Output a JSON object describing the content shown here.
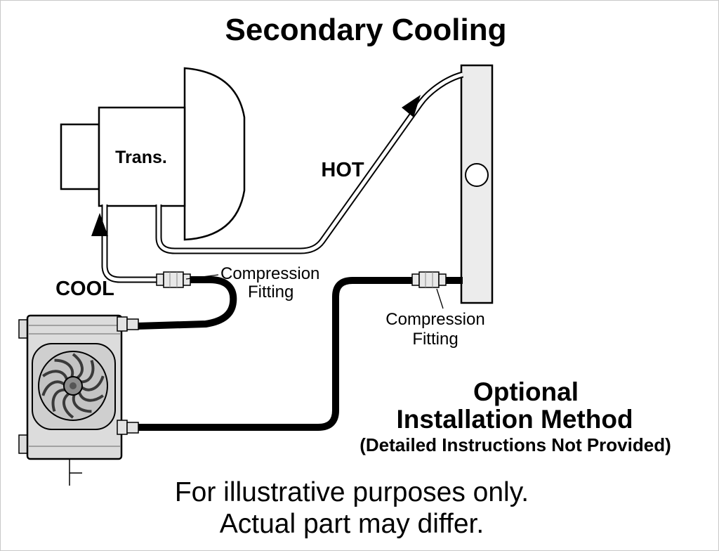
{
  "title": "Secondary Cooling",
  "diagram": {
    "trans_label": "Trans.",
    "hot_label": "HOT",
    "cool_label": "COOL",
    "fitting_label_1": {
      "line1": "Compression",
      "line2": "Fitting"
    },
    "fitting_label_2": {
      "line1": "Compression",
      "line2": "Fitting"
    },
    "optional_method": {
      "line1": "Optional",
      "line2": "Installation Method",
      "line3": "(Detailed Instructions Not Provided)"
    },
    "footer": {
      "line1": "For illustrative purposes only.",
      "line2": "Actual part may differ."
    },
    "colors": {
      "ink": "#000000",
      "background": "#ffffff",
      "cooler_fill": "#dcdcdc",
      "radiator_fill": "#ececec"
    }
  }
}
